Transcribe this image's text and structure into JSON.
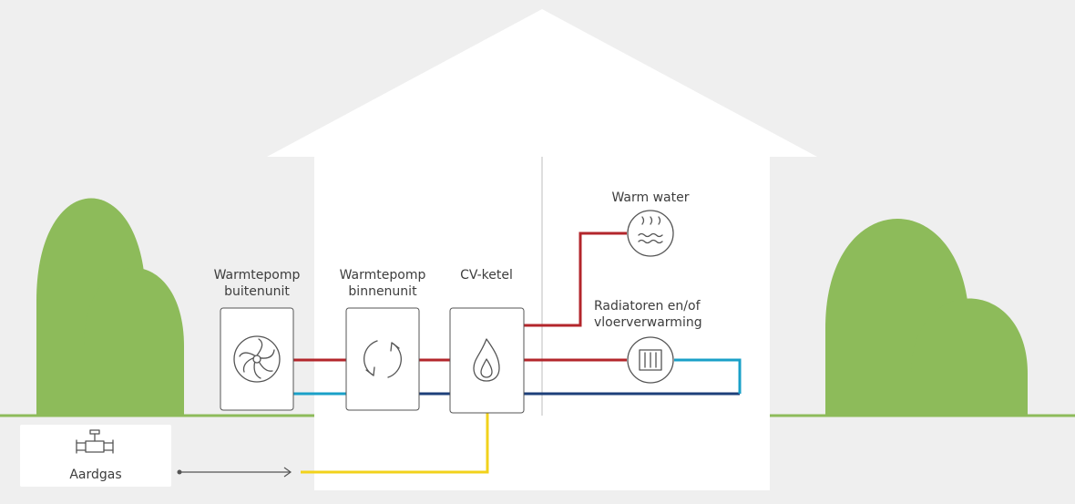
{
  "labels": {
    "outdoor_unit": "Warmtepomp\nbuitenunit",
    "indoor_unit": "Warmtepomp\nbinnenunit",
    "boiler": "CV-ketel",
    "warm_water": "Warm water",
    "radiators": "Radiatoren en/of\nvloerverwarming",
    "gas": "Aardgas"
  },
  "colors": {
    "background": "#efefef",
    "house": "#ffffff",
    "tree": "#8dbb5a",
    "ground": "#8dbb5a",
    "hot_pipe": "#b3262b",
    "cold_pipe": "#1aa0c8",
    "return_pipe": "#1d3f7a",
    "gas_pipe": "#f2d21b",
    "device_border": "#555555",
    "arrow": "#555555"
  },
  "icons": {
    "outdoor_unit": "fan-icon",
    "indoor_unit": "cycle-arrows-icon",
    "boiler": "flame-icon",
    "warm_water": "hot-water-icon",
    "radiators": "radiator-icon",
    "gas": "gas-valve-icon"
  }
}
